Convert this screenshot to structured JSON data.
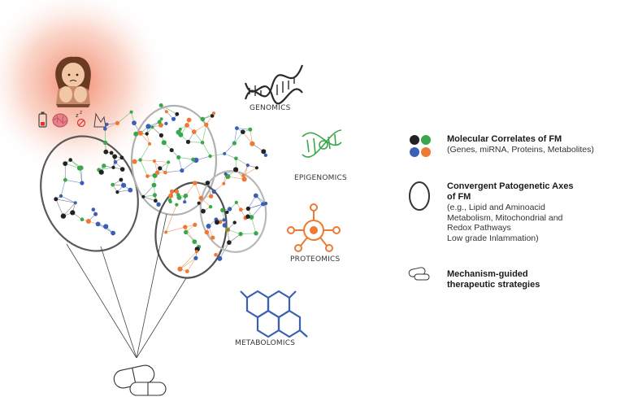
{
  "omics": {
    "genomics": "GENOMICS",
    "epigenomics": "EPIGENOMICS",
    "proteomics": "PROTEOMICS",
    "metabolomics": "METABOLOMICS"
  },
  "legend": {
    "molecular": {
      "title": "Molecular Correlates of FM",
      "sub": "(Genes, miRNA, Proteins, Metabolites)"
    },
    "axes": {
      "title_line1": "Convergent Patogenetic Axes",
      "title_line2": "of FM",
      "sub_lines": [
        "(e.g., Lipid and Aminoacid",
        "Metabolism, Mitochondrial and",
        "Redox Pathways",
        "Low grade Inlammation)"
      ]
    },
    "therapy": {
      "title_line1": "Mechanism-guided",
      "title_line2": "therapeutic strategies"
    }
  },
  "colors": {
    "black": "#222222",
    "green": "#3aa84a",
    "blue": "#3b5fb5",
    "orange": "#ec7a34",
    "glow": "#f08060",
    "dna": "#2a2a2a",
    "epigenomics": "#3aa84a",
    "proteomics": "#ec7a34",
    "metabolomics": "#3b5fb5"
  }
}
